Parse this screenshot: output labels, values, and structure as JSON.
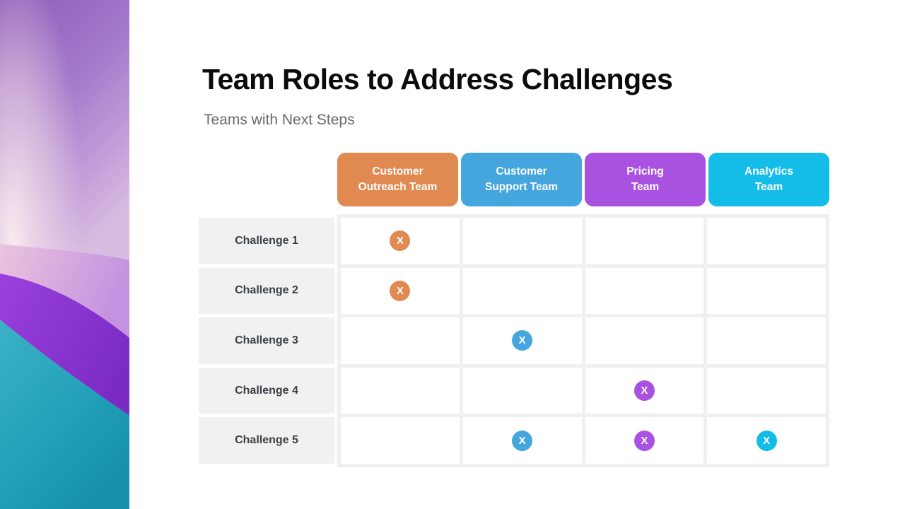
{
  "slide": {
    "title": "Team Roles to Address Challenges",
    "subtitle": "Teams with Next Steps"
  },
  "matrix": {
    "marker_glyph": "X",
    "columns": [
      {
        "label": "Customer Outreach Team",
        "line1": "Customer",
        "line2": "Outreach Team",
        "color": "#E08A52"
      },
      {
        "label": "Customer Support Team",
        "line1": "Customer",
        "line2": "Support Team",
        "color": "#45A6DE"
      },
      {
        "label": "Pricing Team",
        "line1": "Pricing",
        "line2": "Team",
        "color": "#A952E2"
      },
      {
        "label": "Analytics Team",
        "line1": "Analytics",
        "line2": "Team",
        "color": "#14BDE8"
      }
    ],
    "rows": [
      {
        "label": "Challenge 1"
      },
      {
        "label": "Challenge 2"
      },
      {
        "label": "Challenge 3"
      },
      {
        "label": "Challenge 4"
      },
      {
        "label": "Challenge 5"
      }
    ]
  },
  "chart_data": {
    "type": "table",
    "title": "Team Roles to Address Challenges",
    "subtitle": "Teams with Next Steps",
    "columns": [
      "Customer Outreach Team",
      "Customer Support Team",
      "Pricing Team",
      "Analytics Team"
    ],
    "rows": [
      "Challenge 1",
      "Challenge 2",
      "Challenge 3",
      "Challenge 4",
      "Challenge 5"
    ],
    "marks": [
      [
        1,
        0,
        0,
        0
      ],
      [
        1,
        0,
        0,
        0
      ],
      [
        0,
        1,
        0,
        0
      ],
      [
        0,
        0,
        1,
        0
      ],
      [
        0,
        1,
        1,
        1
      ]
    ],
    "assignments": {
      "Challenge 1": [
        "Customer Outreach Team"
      ],
      "Challenge 2": [
        "Customer Outreach Team"
      ],
      "Challenge 3": [
        "Customer Support Team"
      ],
      "Challenge 4": [
        "Pricing Team"
      ],
      "Challenge 5": [
        "Customer Support Team",
        "Pricing Team",
        "Analytics Team"
      ]
    },
    "legend_position": "top",
    "grid": true
  },
  "colors": {
    "orange": "#E08A52",
    "blue": "#45A6DE",
    "purple": "#A952E2",
    "cyan": "#14BDE8",
    "grid_background": "#F0F0F0",
    "cell_background": "#FFFFFF",
    "row_label_background": "#F1F1F2",
    "title_text": "#0B0B0B",
    "subtitle_text": "#6A6A6A",
    "row_label_text": "#3B4046",
    "header_text": "#FFFFFF"
  }
}
